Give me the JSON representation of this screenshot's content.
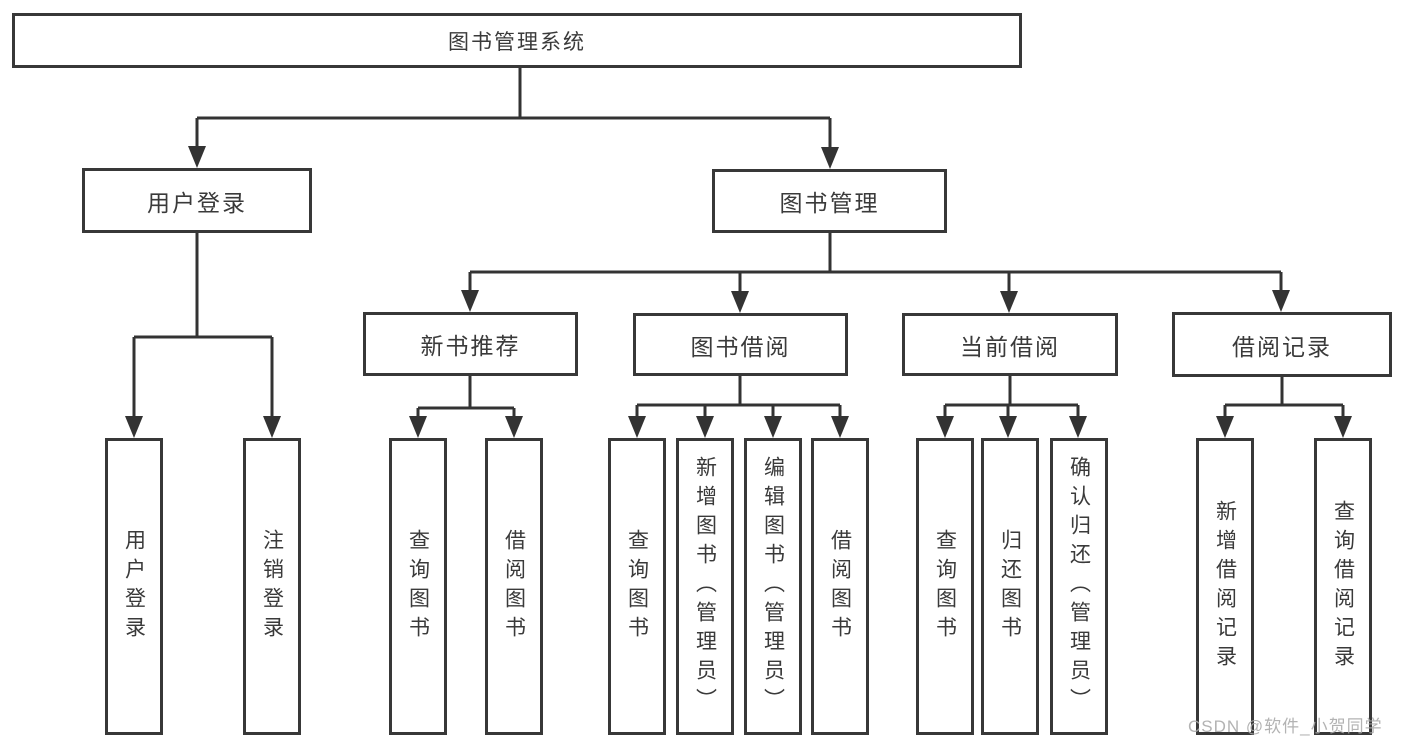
{
  "tree": {
    "label": "图书管理系统",
    "children": [
      {
        "label": "用户登录",
        "children": [
          {
            "label": "用户登录"
          },
          {
            "label": "注销登录"
          }
        ]
      },
      {
        "label": "图书管理",
        "children": [
          {
            "label": "新书推荐",
            "children": [
              {
                "label": "查询图书"
              },
              {
                "label": "借阅图书"
              }
            ]
          },
          {
            "label": "图书借阅",
            "children": [
              {
                "label": "查询图书"
              },
              {
                "label": "新增图书（管理员）"
              },
              {
                "label": "编辑图书（管理员）"
              },
              {
                "label": "借阅图书"
              }
            ]
          },
          {
            "label": "当前借阅",
            "children": [
              {
                "label": "查询图书"
              },
              {
                "label": "归还图书"
              },
              {
                "label": "确认归还（管理员）"
              }
            ]
          },
          {
            "label": "借阅记录",
            "children": [
              {
                "label": "新增借阅记录"
              },
              {
                "label": "查询借阅记录"
              }
            ]
          }
        ]
      }
    ]
  },
  "watermark": "CSDN @软件_小贺同学",
  "colors": {
    "line": "#333333",
    "box_border": "#383838",
    "text": "#3a3a3a",
    "watermark": "#a8a8a8",
    "background": "#ffffff"
  }
}
